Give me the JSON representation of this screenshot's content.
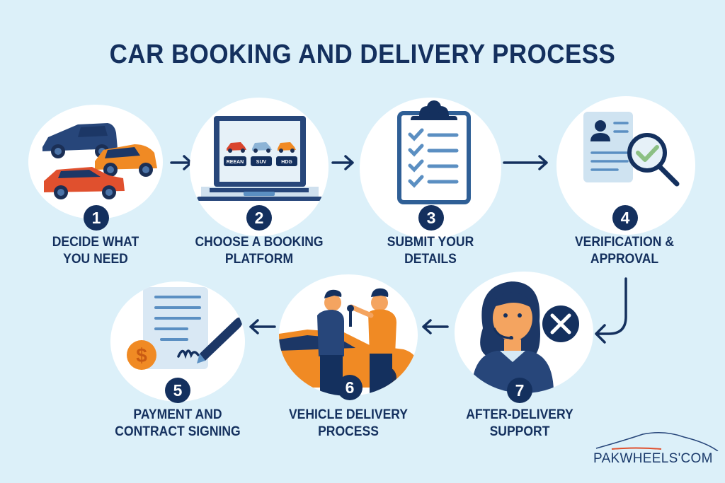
{
  "title": "CAR BOOKING AND DELIVERY PROCESS",
  "colors": {
    "background": "#dcf0f9",
    "navy": "#14305e",
    "orange": "#f08a24",
    "red": "#e0502e",
    "light_blue": "#cfe3f1",
    "mid_blue": "#5b8fc2",
    "green_check": "#8cc084"
  },
  "steps": [
    {
      "number": "1",
      "line1": "DECIDE WHAT",
      "line2": "YOU NEED",
      "icon": "cars-icon"
    },
    {
      "number": "2",
      "line1": "CHOOSE A BOOKING",
      "line2": "PLATFORM",
      "icon": "laptop-icon",
      "screen_buttons": [
        "REEAN",
        "SUV",
        "HDG"
      ]
    },
    {
      "number": "3",
      "line1": "SUBMIT YOUR",
      "line2": "DETAILS",
      "icon": "clipboard-checklist-icon"
    },
    {
      "number": "4",
      "line1": "VERIFICATION &",
      "line2": "APPROVAL",
      "icon": "id-document-magnifier-icon"
    },
    {
      "number": "5",
      "line1": "PAYMENT AND",
      "line2": "CONTRACT SIGNING",
      "icon": "contract-pen-coin-icon",
      "coin_symbol": "$"
    },
    {
      "number": "6",
      "line1": "VEHICLE DELIVERY",
      "line2": "PROCESS",
      "icon": "key-handover-icon"
    },
    {
      "number": "7",
      "line1": "AFTER-DELIVERY",
      "line2": "SUPPORT",
      "icon": "support-agent-icon"
    }
  ],
  "logo": {
    "text": "PAKWHEELS",
    "suffix": "COM"
  }
}
